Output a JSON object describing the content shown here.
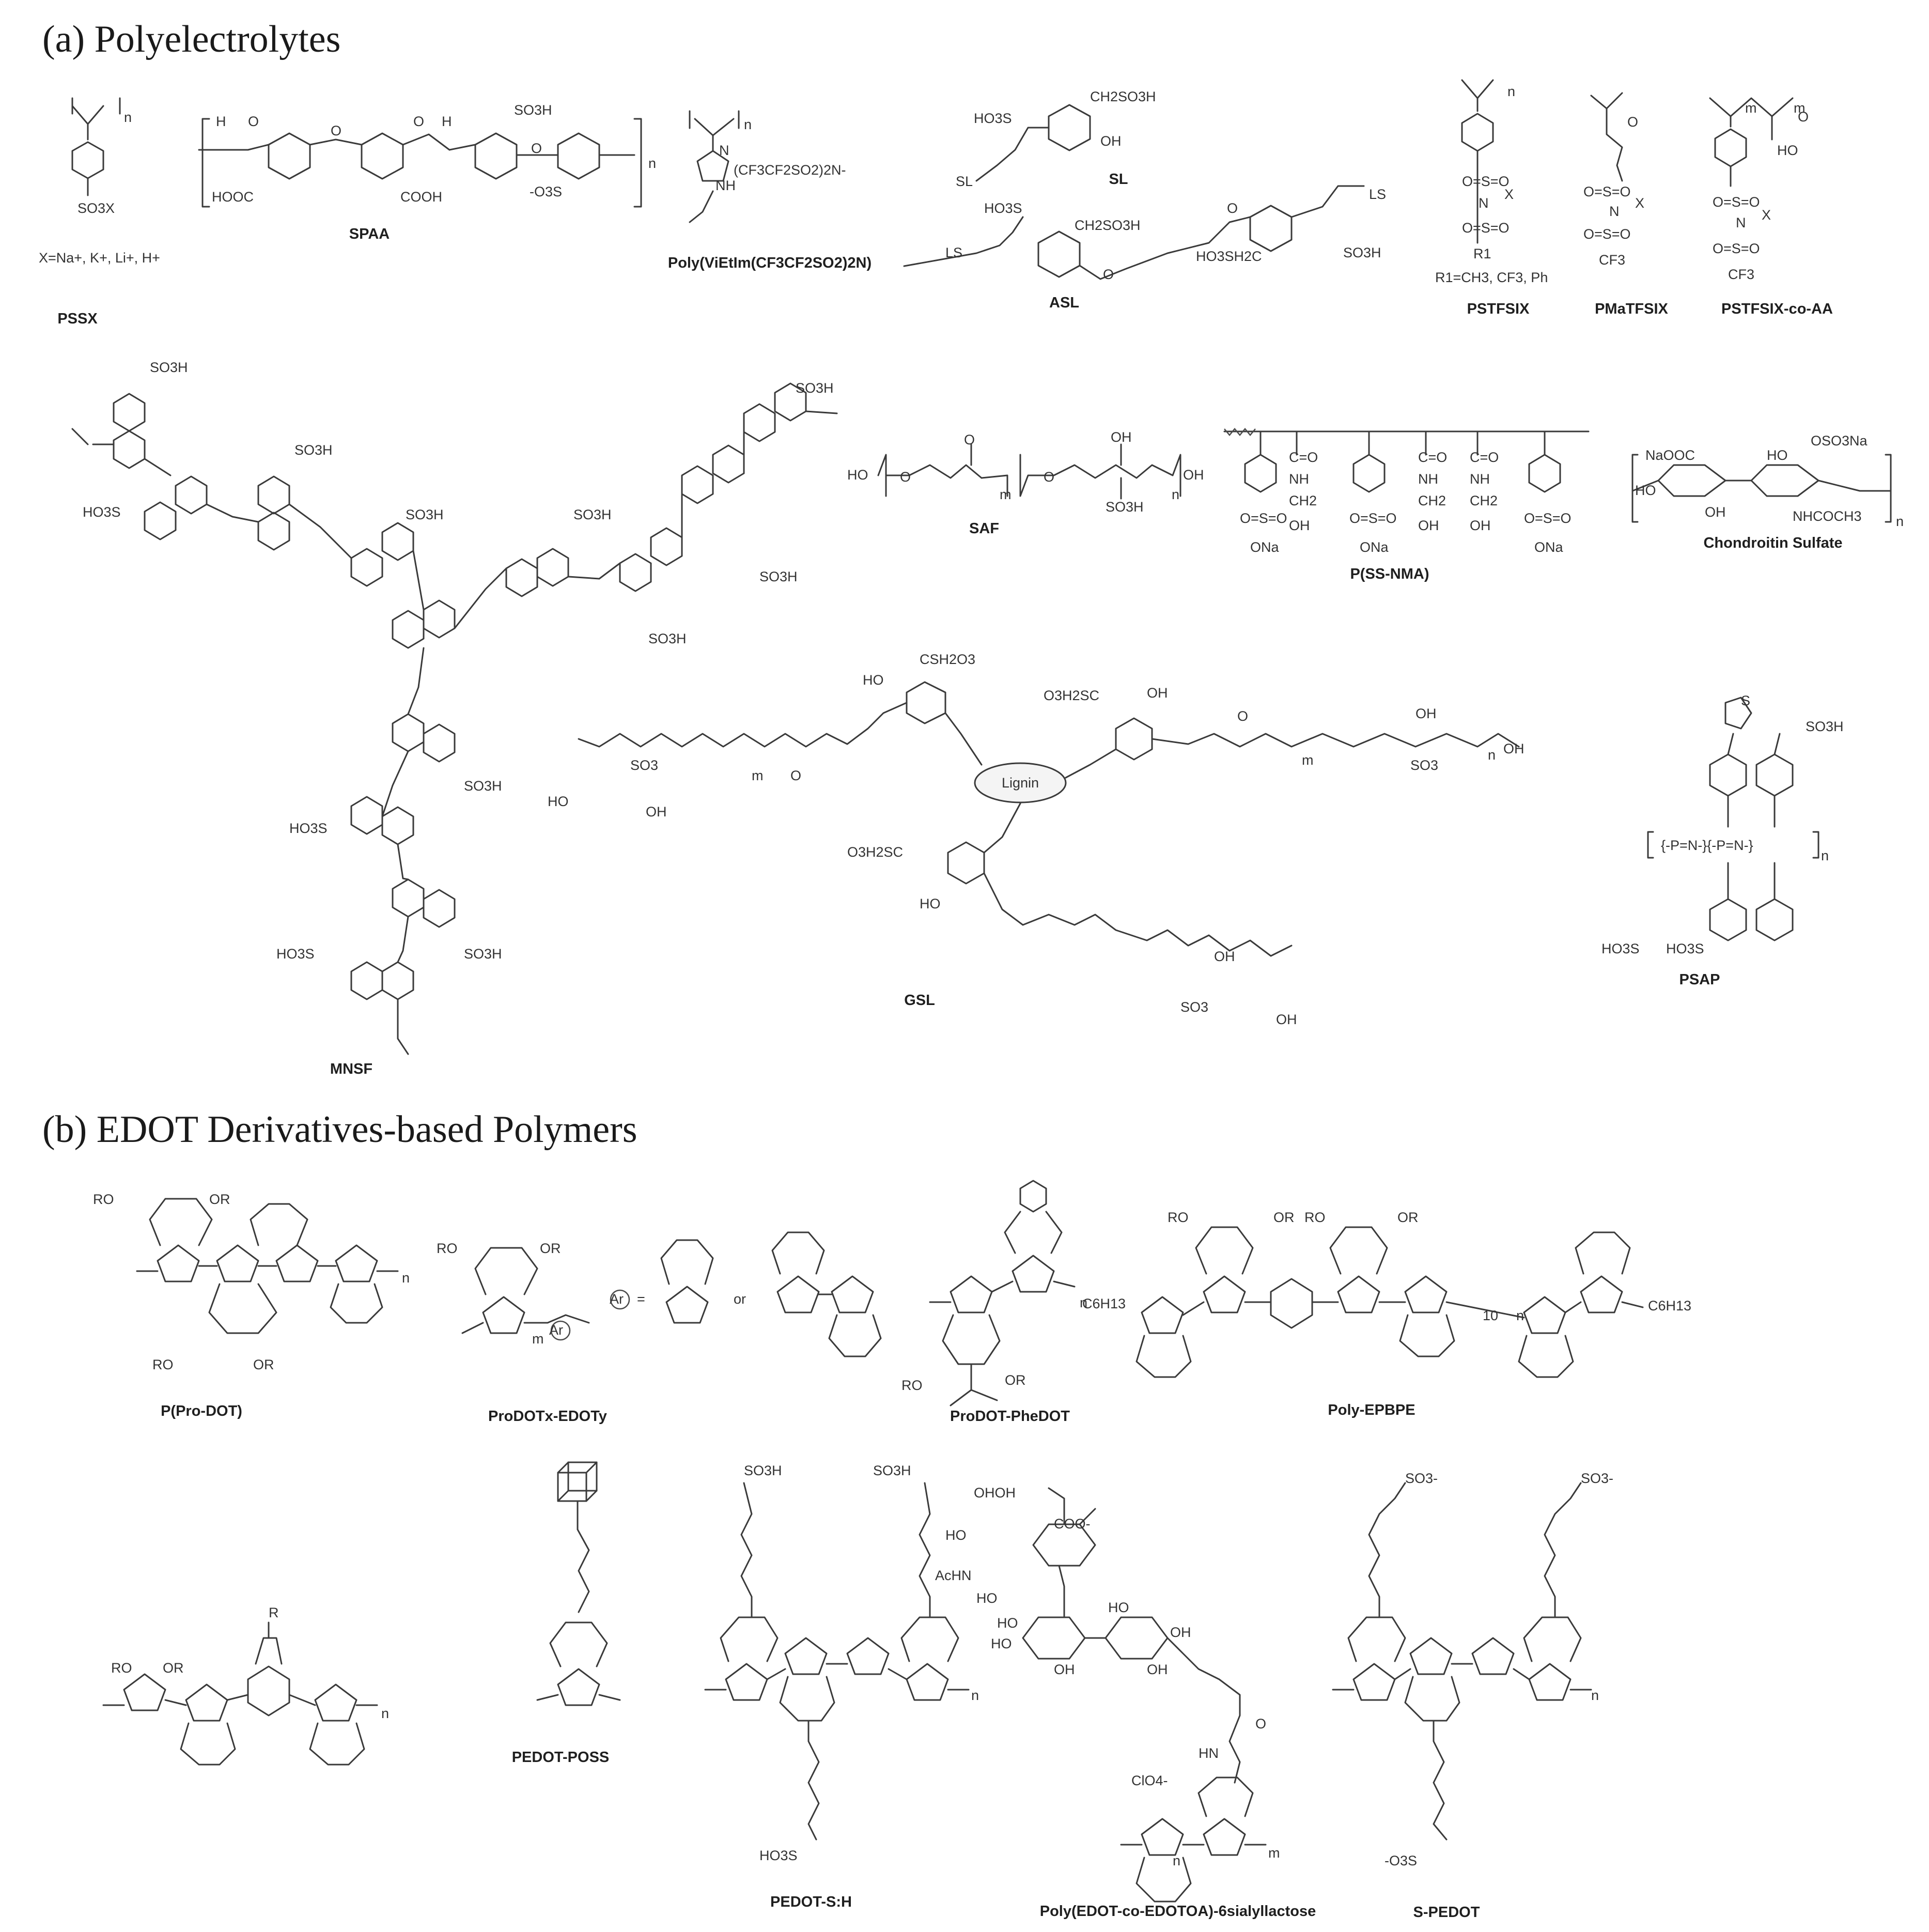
{
  "sections": {
    "a": "(a) Polyelectrolytes",
    "b": "(b) EDOT Derivatives-based Polymers"
  },
  "labels": {
    "pssx": "PSSX",
    "pssx_note": "X=Na+, K+, Li+, H+",
    "spaa": "SPAA",
    "poly_vietim": "Poly(ViEtIm(CF3CF2SO2)2N)",
    "asl": "ASL",
    "sl": "SL",
    "pstfsix": "PSTFSIX",
    "pstfsix_note": "R1=CH3, CF3, Ph",
    "pmatfsix": "PMaTFSIX",
    "pstfsix_co_aa": "PSTFSIX-co-AA",
    "mnsf": "MNSF",
    "saf": "SAF",
    "p_ss_nma": "P(SS-NMA)",
    "chondroitin": "Chondroitin Sulfate",
    "gsl": "GSL",
    "lignin": "Lignin",
    "psap": "PSAP",
    "p_pro_dot": "P(Pro-DOT)",
    "prodot_edot": "ProDOTx-EDOTy",
    "prodot_phedot": "ProDOT-PheDOT",
    "poly_epbpe": "Poly-EPBPE",
    "pedot_poss": "PEDOT-POSS",
    "pedot_sh": "PEDOT-S:H",
    "poly_edot_sialyl": "Poly(EDOT-co-EDOTOA)-6sialyllactose",
    "s_pedot": "S-PEDOT"
  },
  "atoms": {
    "so3h": "SO3H",
    "ho3s": "HO3S",
    "so3x": "SO3X",
    "ch2so3h": "CH2SO3H",
    "oh": "OH",
    "ho": "HO",
    "cooh": "COOH",
    "hooc": "HOOC",
    "n": "n",
    "m": "m",
    "s": "S",
    "o": "O",
    "ro": "RO",
    "or": "OR",
    "ar": "Ar",
    "or_word": "or",
    "anion": "(CF3CF2SO2)2N-",
    "cf3": "CF3",
    "naooc": "NaOOC",
    "oso3na": "OSO3Na",
    "nhcoch3": "NHCOCH3",
    "ona": "ONa",
    "so3": "SO3",
    "so3_neg": "SO3-",
    "o3s_neg": "-O3S",
    "c6h13": "C6H13",
    "cooneg": "COO-",
    "clo4": "ClO4-",
    "achn": "AcHN",
    "hn": "HN",
    "r": "R",
    "cs_h2o3": "CSH2O3",
    "o3h2sc": "O3H2SC",
    "ls": "LS",
    "csh2": "CH2"
  },
  "colors": {
    "ink": "#3a3a3a",
    "text": "#1f1f1f",
    "background": "#ffffff"
  }
}
